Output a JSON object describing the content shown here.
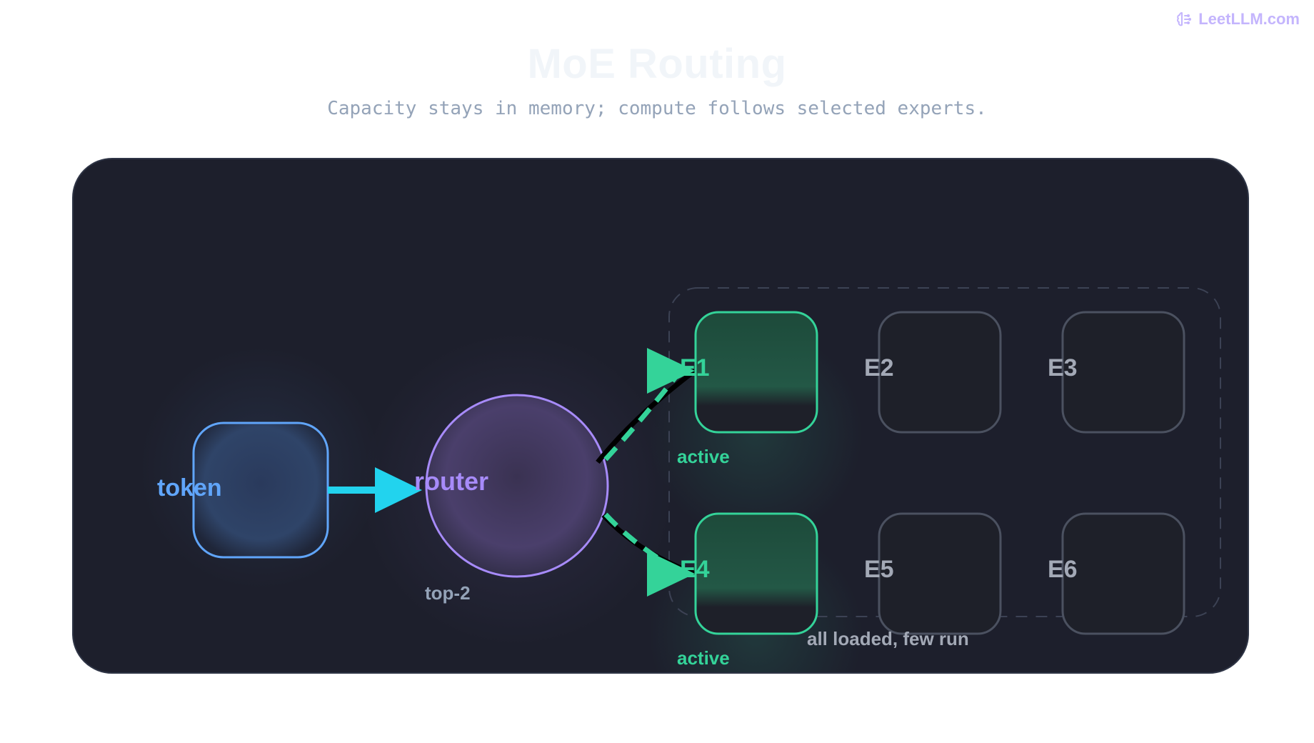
{
  "brand": {
    "name": "LeetLLM.com",
    "icon": "brain-icon",
    "color": "#c4b5fd"
  },
  "title": "MoE Routing",
  "subtitle": "Capacity stays in memory; compute follows selected experts.",
  "nodes": {
    "token": {
      "label": "token",
      "color": "#60a5fa"
    },
    "router": {
      "label": "router",
      "caption": "top-2",
      "color": "#a78bfa"
    }
  },
  "experts": [
    {
      "label": "E1",
      "status": "active"
    },
    {
      "label": "E2",
      "status": ""
    },
    {
      "label": "E3",
      "status": ""
    },
    {
      "label": "E4",
      "status": "active"
    },
    {
      "label": "E5",
      "status": ""
    },
    {
      "label": "E6",
      "status": ""
    }
  ],
  "expert_pool": {
    "caption": "all loaded, few run"
  },
  "colors": {
    "active": "#34d399",
    "inactive": "#4b5160",
    "arrow": "#22d3ee",
    "panel": "#1d1f2c"
  }
}
